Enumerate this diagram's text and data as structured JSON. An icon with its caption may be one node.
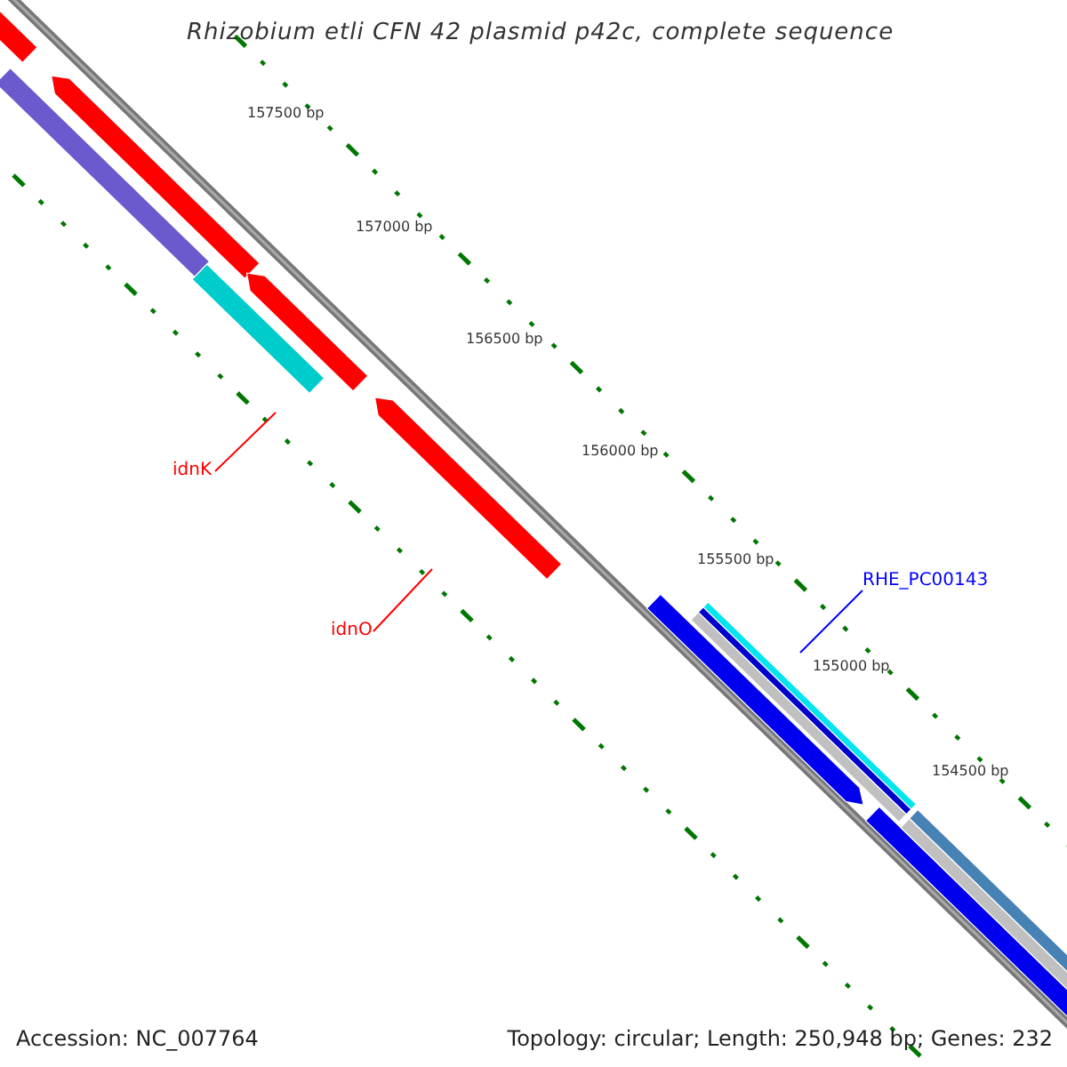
{
  "diagram": {
    "title": "Rhizobium etli CFN 42 plasmid p42c, complete sequence",
    "nodes": [
      {
        "text": [
          "idnK"
        ]
      },
      {
        "text": [
          "idnO"
        ]
      },
      {
        "text": [
          "RHE_PC00143"
        ]
      }
    ],
    "edges": [
      {
        "from": 0,
        "to": null,
        "arrow": "none"
      },
      {
        "from": 1,
        "to": null,
        "arrow": "none"
      },
      {
        "from": 2,
        "to": null,
        "arrow": "none",
        "color": "#0000ff"
      }
    ],
    "labels": [
      "157500 bp",
      "157000 bp",
      "156500 bp",
      "156000 bp",
      "155500 bp",
      "155000 bp",
      "154500 bp",
      "Accession: NC_007764",
      "Topology: circular; Length: 250,948 bp; Genes: 232"
    ]
  }
}
